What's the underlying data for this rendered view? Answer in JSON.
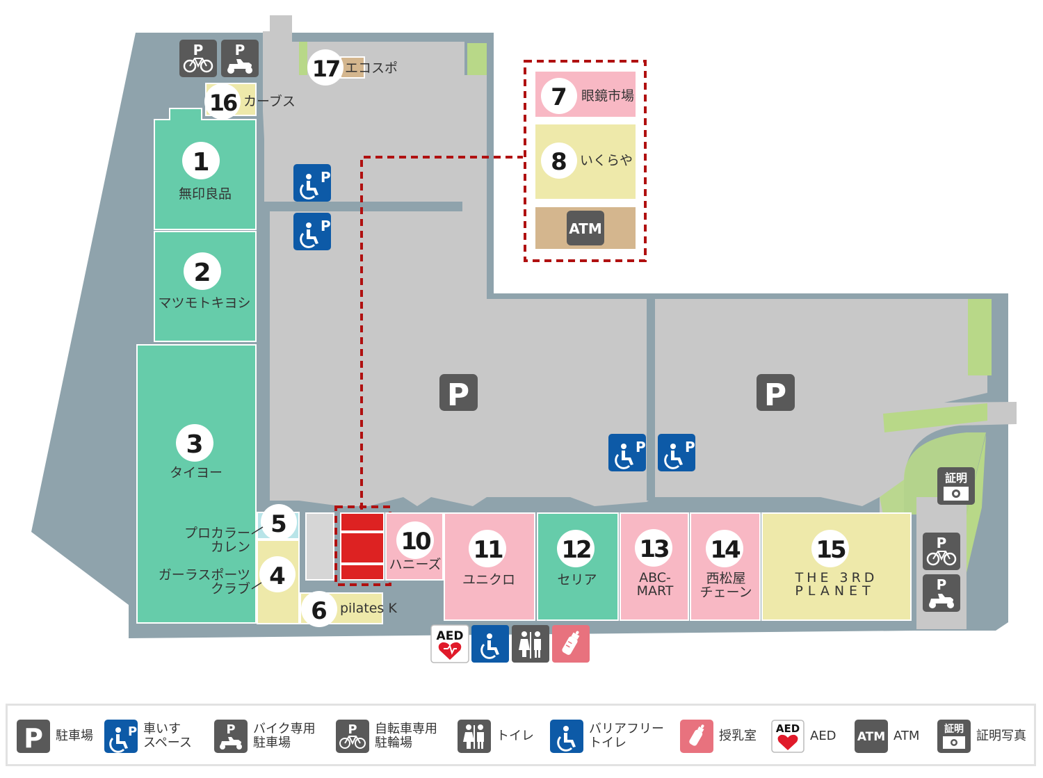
{
  "stores": [
    {
      "num": "1",
      "name": "無印良品"
    },
    {
      "num": "2",
      "name": "マツモトキヨシ"
    },
    {
      "num": "3",
      "name": "タイヨー"
    },
    {
      "num": "4",
      "name_line1": "ガーラスポーツ",
      "name_line2": "クラブ"
    },
    {
      "num": "5",
      "name_line1": "プロカラー",
      "name_line2": "カレン"
    },
    {
      "num": "6",
      "name": "pilates K"
    },
    {
      "num": "7",
      "name": "眼鏡市場"
    },
    {
      "num": "8",
      "name": "いくらや"
    },
    {
      "num": "10",
      "name": "ハニーズ"
    },
    {
      "num": "11",
      "name": "ユニクロ"
    },
    {
      "num": "12",
      "name": "セリア"
    },
    {
      "num": "13",
      "name_line1": "ABC-",
      "name_line2": "MART"
    },
    {
      "num": "14",
      "name_line1": "西松屋",
      "name_line2": "チェーン"
    },
    {
      "num": "15",
      "name_line1": "THE 3RD",
      "name_line2": "PLANET"
    },
    {
      "num": "16",
      "name": "カーブス"
    },
    {
      "num": "17",
      "name": "エコスポ"
    }
  ],
  "map_signs": {
    "parking": "P",
    "atm": "ATM",
    "aed": "AED",
    "photo": "証明"
  },
  "legend": [
    {
      "icon": "parking-icon",
      "text": "駐車場"
    },
    {
      "icon": "wheelchair-parking-icon",
      "text": "車いす\nスペース"
    },
    {
      "icon": "motorbike-parking-icon",
      "text": "バイク専用\n駐車場"
    },
    {
      "icon": "bicycle-parking-icon",
      "text": "自転車専用\n駐輪場"
    },
    {
      "icon": "restroom-icon",
      "text": "トイレ"
    },
    {
      "icon": "accessible-toilet-icon",
      "text": "バリアフリー\nトイレ"
    },
    {
      "icon": "nursing-room-icon",
      "text": "授乳室"
    },
    {
      "icon": "aed-icon",
      "text": "AED"
    },
    {
      "icon": "atm-icon",
      "text": "ATM"
    },
    {
      "icon": "photo-booth-icon",
      "text": "証明写真"
    }
  ],
  "colors": {
    "ground": "#8fa3ac",
    "parking_lot": "#c8c8c8",
    "green_store": "#66ccaa",
    "pink_store": "#f8b8c4",
    "yellow_store": "#eee9aa",
    "tan_store": "#d4b68e",
    "grass": "#b8d888",
    "sign_gray": "#595959",
    "accessible_blue": "#0d5aa7",
    "nursing_pink": "#e8727e",
    "route_red": "#b01010"
  }
}
